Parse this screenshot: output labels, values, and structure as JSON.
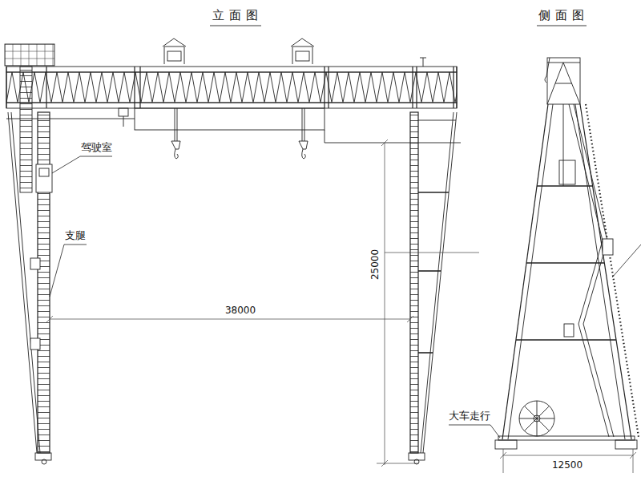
{
  "diagram": {
    "labels": [
      "立面图",
      "侧面图",
      "驾驶室",
      "支腿",
      "25000",
      "38000",
      "大车走行",
      "12500"
    ]
  }
}
